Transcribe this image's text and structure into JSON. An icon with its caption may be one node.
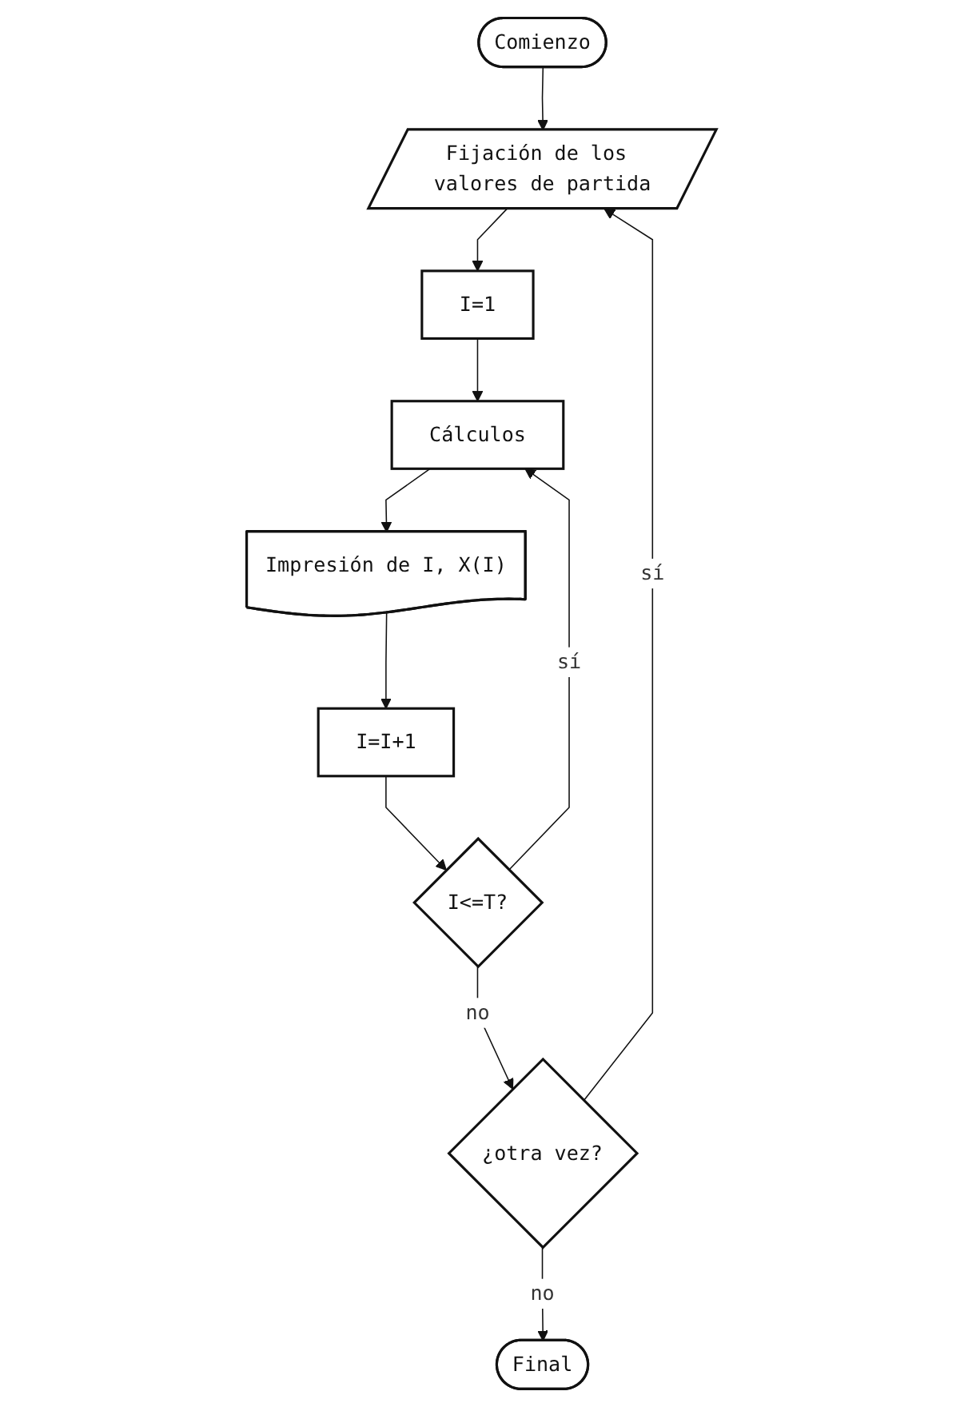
{
  "diagram": {
    "nodes": [
      {
        "text": [
          "Comienzo"
        ]
      },
      {
        "text": [
          "Fijación de los valores de partida"
        ]
      },
      {
        "text": [
          "I=1"
        ]
      },
      {
        "text": [
          "Cálculos"
        ]
      },
      {
        "text": [
          "Impresión de I, X(I)"
        ]
      },
      {
        "text": [
          "I=I+1"
        ]
      },
      {
        "text": [
          "I<=T?"
        ]
      },
      {
        "text": [
          "¿otra vez?"
        ]
      },
      {
        "text": [
          "Final"
        ]
      }
    ],
    "edges": [
      {
        "from": 0,
        "to": 1,
        "arrow": "to"
      },
      {
        "from": 1,
        "to": 2,
        "arrow": "to"
      },
      {
        "from": 2,
        "to": 3,
        "arrow": "to"
      },
      {
        "from": 3,
        "to": 4,
        "arrow": "to"
      },
      {
        "from": 4,
        "to": 5,
        "arrow": "to"
      },
      {
        "from": 5,
        "to": 6,
        "arrow": "to"
      },
      {
        "from": 6,
        "to": 3,
        "label": "sí",
        "arrow": "to"
      },
      {
        "from": 6,
        "to": 7,
        "label": "no",
        "arrow": "to"
      },
      {
        "from": 7,
        "to": 1,
        "label": "sí",
        "arrow": "to"
      },
      {
        "from": 7,
        "to": 8,
        "label": "no",
        "arrow": "to"
      }
    ]
  }
}
